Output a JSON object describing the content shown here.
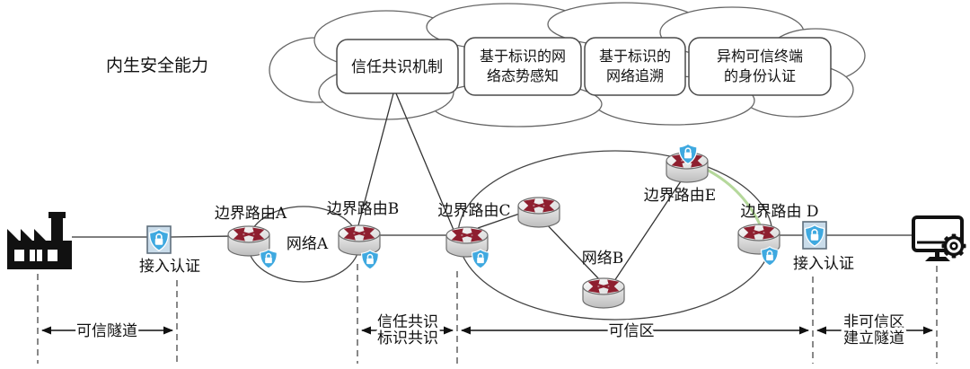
{
  "diagram": {
    "capability_label": "内生安全能力",
    "cloud_boxes": [
      {
        "lines": [
          "信任共识机制"
        ]
      },
      {
        "lines": [
          "基于标识的网",
          "络态势感知"
        ]
      },
      {
        "lines": [
          "基于标识的",
          "网络追溯"
        ]
      },
      {
        "lines": [
          "异构可信终端",
          "的身份认证"
        ]
      }
    ],
    "routers": {
      "a": "边界路由A",
      "b": "边界路由B",
      "c": "边界路由C",
      "d": "边界路由 D",
      "e": "边界路由E"
    },
    "networks": {
      "a": "网络A",
      "b": "网络B"
    },
    "access_auth": {
      "left": "接入认证",
      "right": "接入认证"
    },
    "zones": {
      "trusted_tunnel": "可信隧道",
      "consensus": [
        "信任共识",
        "标识共识"
      ],
      "trusted_zone": "可信区",
      "untrusted": [
        "非可信区",
        "建立隧道"
      ]
    },
    "icons": {
      "factory": "factory-icon",
      "terminal": "computer-with-gear-icon",
      "router": "router-cylinder-icon",
      "shield_lock": "blue-shield-lock-icon",
      "access_auth_box": "framed-shield-lock-icon"
    },
    "colors": {
      "shield_blue": "#3fa9e0",
      "router_arrow_red": "#8e1f2f",
      "secure_link_green": "#b5d89b",
      "auth_box_fill": "#c9dcea",
      "line": "#333333"
    }
  }
}
